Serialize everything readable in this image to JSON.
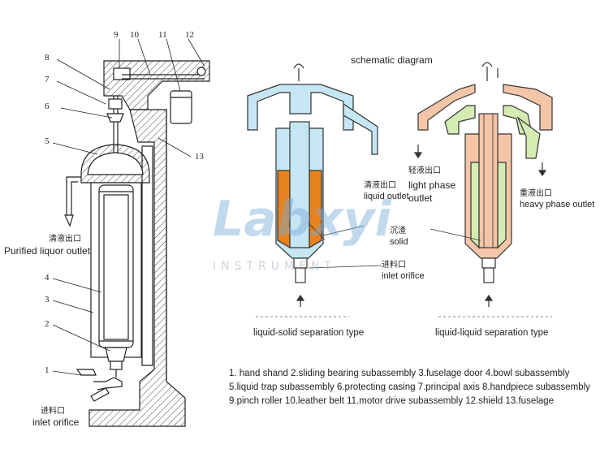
{
  "watermark": {
    "brand": "Labxyi",
    "sub": "INSTRUMENT"
  },
  "left_machine": {
    "numbers": [
      "9",
      "10",
      "11",
      "12",
      "8",
      "7",
      "6",
      "5",
      "4",
      "3",
      "2",
      "1",
      "13"
    ],
    "purified_outlet_cn": "清液出口",
    "purified_outlet_en": "Purified liquor outlet",
    "inlet_cn": "进料口",
    "inlet_en": "inlet orifice"
  },
  "schematic": {
    "title": "schematic diagram",
    "solid_type": {
      "liquid_outlet_cn": "清液出口",
      "liquid_outlet_en": "liquid outlet",
      "solid_cn": "沉渣",
      "solid_en": "solid",
      "inlet_cn": "进料口",
      "inlet_en": "inlet orifice",
      "caption": "liquid-solid separation type"
    },
    "liquid_type": {
      "light_cn": "轻液出口",
      "light_en_1": "light phase",
      "light_en_2": "outlet",
      "heavy_cn": "重液出口",
      "heavy_en": "heavy phase outlet",
      "caption": "liquid-liquid separation type"
    }
  },
  "legend": {
    "text": "1. hand shand  2.sliding bearing subassembly  3.fuselage door  4.bowl subassembly  5.liquid trap subassembly  6.protecting casing  7.principal axis  8.handpiece subassembly 9.pinch roller  10.leather belt  11.motor drive subassembly  12.shield 13.fuselage"
  },
  "colors": {
    "liquid_blue": "#c6e6f4",
    "solid_orange": "#e8821e",
    "light_phase": "#f5c5a8",
    "heavy_phase": "#d4ecb2",
    "hatch": "#333333"
  }
}
